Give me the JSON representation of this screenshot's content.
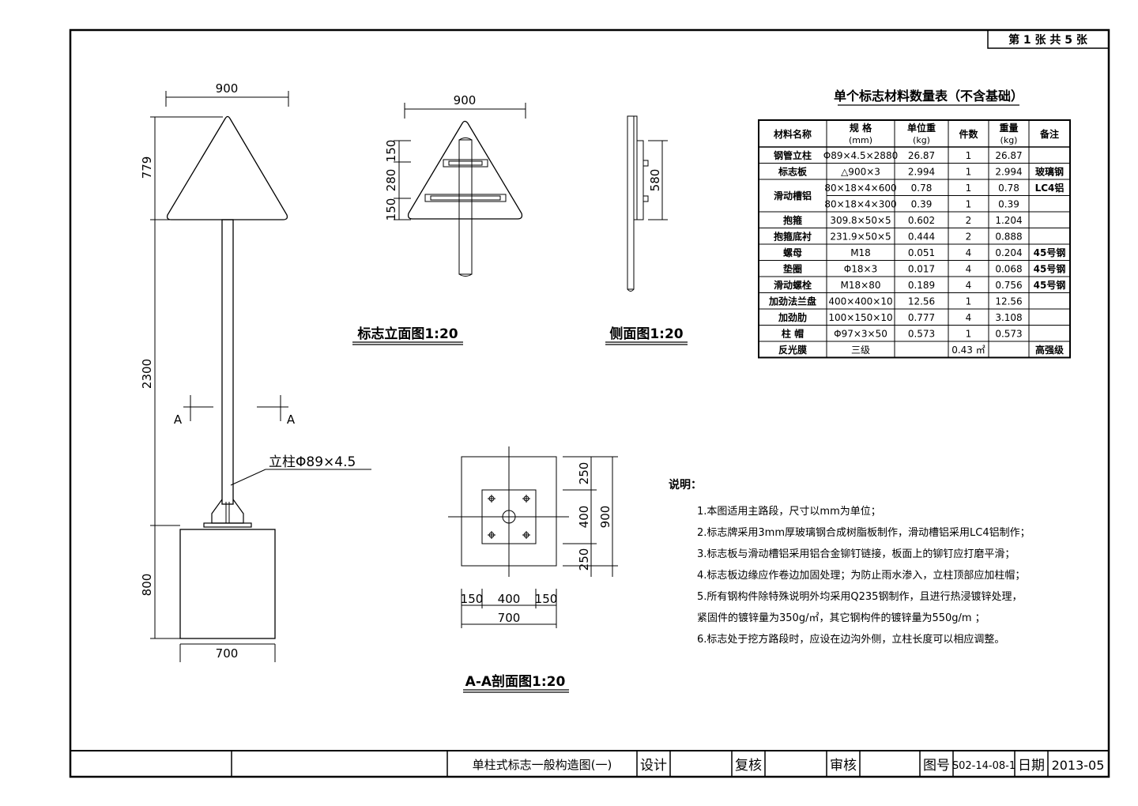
{
  "sheet": {
    "label": "第 1 张  共 5 张"
  },
  "views": {
    "elevation_title": "标志立面图1:20",
    "side_title": "侧面图1:20",
    "section_title": "A-A剖面图1:20"
  },
  "elevation": {
    "dim_top_width": "900",
    "dim_sign_height": "779",
    "dim_post_height": "2300",
    "dim_base_height": "800",
    "dim_base_width": "700",
    "section_mark": "A",
    "post_label": "立柱Φ89×4.5"
  },
  "front_view": {
    "dim_width": "900",
    "dim_150_top": "150",
    "dim_280": "280",
    "dim_150_bottom": "150"
  },
  "side_view": {
    "dim_580": "580"
  },
  "section_view": {
    "dim_250_top": "250",
    "dim_400_v": "400",
    "dim_250_bottom": "250",
    "dim_900": "900",
    "dim_150_left": "150",
    "dim_400_h": "400",
    "dim_150_right": "150",
    "dim_700": "700"
  },
  "table": {
    "title": "单个标志材料数量表（不含基础）",
    "headers": [
      "材料名称",
      "规    格",
      "单位重",
      "件数",
      "重量",
      "备注"
    ],
    "header_units": [
      "",
      "(mm)",
      "(kg)",
      "",
      "(kg)",
      ""
    ],
    "rows": [
      [
        "钢管立柱",
        "Φ89×4.5×2880",
        "26.87",
        "1",
        "26.87",
        ""
      ],
      [
        "标志板",
        "△900×3",
        "2.994",
        "1",
        "2.994",
        "玻璃钢"
      ],
      [
        "滑动槽铝",
        "80×18×4×600",
        "0.78",
        "1",
        "0.78",
        "LC4铝"
      ],
      [
        "",
        "80×18×4×300",
        "0.39",
        "1",
        "0.39",
        ""
      ],
      [
        "抱箍",
        "309.8×50×5",
        "0.602",
        "2",
        "1.204",
        ""
      ],
      [
        "抱箍底衬",
        "231.9×50×5",
        "0.444",
        "2",
        "0.888",
        ""
      ],
      [
        "螺母",
        "M18",
        "0.051",
        "4",
        "0.204",
        "45号钢"
      ],
      [
        "垫圈",
        "Φ18×3",
        "0.017",
        "4",
        "0.068",
        "45号钢"
      ],
      [
        "滑动螺栓",
        "M18×80",
        "0.189",
        "4",
        "0.756",
        "45号钢"
      ],
      [
        "加劲法兰盘",
        "400×400×10",
        "12.56",
        "1",
        "12.56",
        ""
      ],
      [
        "加劲肋",
        "100×150×10",
        "0.777",
        "4",
        "3.108",
        ""
      ],
      [
        "柱  帽",
        "Φ97×3×50",
        "0.573",
        "1",
        "0.573",
        ""
      ],
      [
        "反光膜",
        "三级",
        "",
        "0.43 ㎡",
        "",
        "高强级"
      ]
    ]
  },
  "notes": {
    "heading": "说明：",
    "lines": [
      "1.本图适用主路段，尺寸以mm为单位；",
      "2.标志牌采用3mm厚玻璃钢合成树脂板制作，滑动槽铝采用LC4铝制作；",
      "3.标志板与滑动槽铝采用铝合金铆钉链接，板面上的铆钉应打磨平滑；",
      "4.标志板边缘应作卷边加固处理；为防止雨水渗入，立柱顶部应加柱帽；",
      "5.所有钢构件除特殊说明外均采用Q235钢制作，且进行热浸镀锌处理，",
      "紧固件的镀锌量为350g/㎡，其它钢构件的镀锌量为550g/m ；",
      "6.标志处于挖方路段时，应设在边沟外侧，立柱长度可以相应调整。"
    ]
  },
  "title_block": {
    "drawing_name": "单柱式标志一般构造图(一)",
    "design_label": "设计",
    "review_label": "复核",
    "approve_label": "审核",
    "drawing_no_label": "图号",
    "drawing_no": "S02-14-08-1",
    "date_label": "日期",
    "date": "2013-05"
  }
}
